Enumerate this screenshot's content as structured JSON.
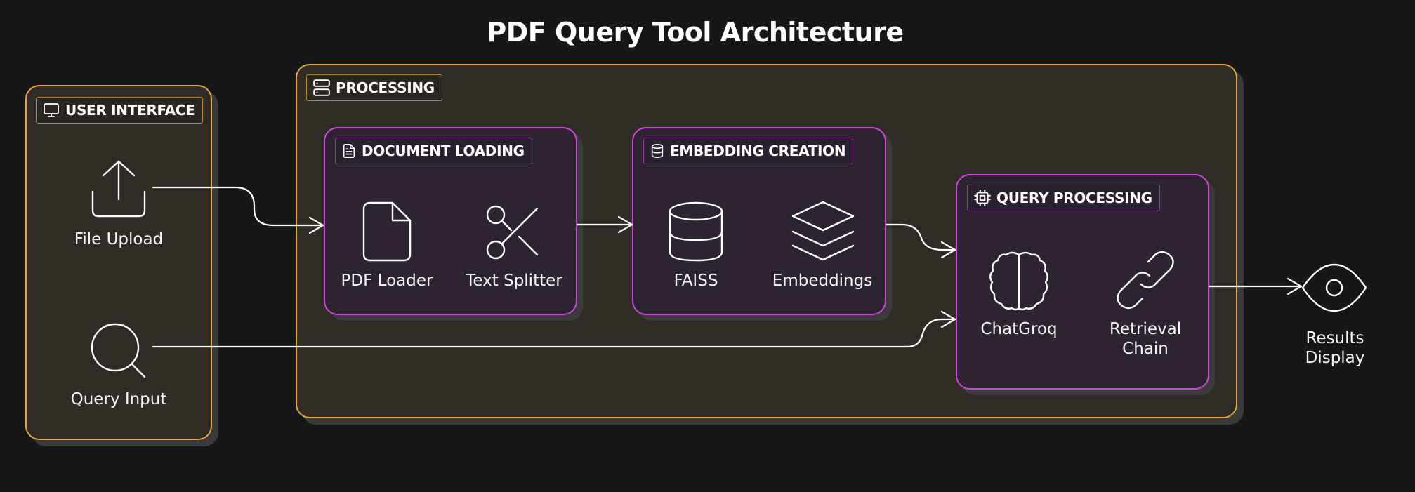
{
  "title": "PDF Query Tool Architecture",
  "groups": {
    "user_interface": {
      "label": "USER INTERFACE"
    },
    "processing": {
      "label": "PROCESSING"
    },
    "document_loading": {
      "label": "DOCUMENT LOADING"
    },
    "embedding_creation": {
      "label": "EMBEDDING CREATION"
    },
    "query_processing": {
      "label": "QUERY PROCESSING"
    }
  },
  "nodes": {
    "file_upload": {
      "label": "File Upload",
      "icon": "upload-icon"
    },
    "query_input": {
      "label": "Query Input",
      "icon": "search-icon"
    },
    "pdf_loader": {
      "label": "PDF Loader",
      "icon": "file-icon"
    },
    "text_splitter": {
      "label": "Text Splitter",
      "icon": "scissors-icon"
    },
    "faiss": {
      "label": "FAISS",
      "icon": "database-icon"
    },
    "embeddings": {
      "label": "Embeddings",
      "icon": "layers-icon"
    },
    "chatgroq": {
      "label": "ChatGroq",
      "icon": "brain-icon"
    },
    "retrieval_chain": {
      "label": "Retrieval Chain",
      "icon": "link-icon"
    },
    "results_display": {
      "label": "Results Display",
      "icon": "eye-icon"
    }
  },
  "colors": {
    "background": "#171717",
    "outer_border": "#e8a33c",
    "inner_border": "#cc46d8",
    "arrow": "#ffffff"
  }
}
